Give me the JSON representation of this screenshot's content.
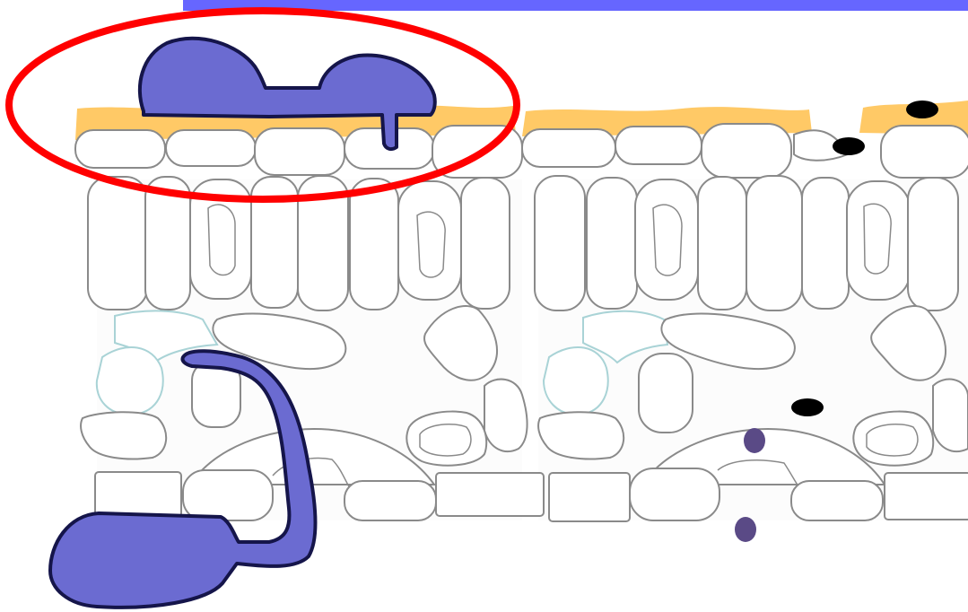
{
  "diagram": {
    "subject": "leaf-cross-section",
    "colors": {
      "top_bar": "#6666ff",
      "cuticle": "#ffc966",
      "fungus_fill": "#6b6bd1",
      "fungus_outline": "#15154a",
      "highlight_ring": "#ff0000",
      "spore_dark": "#000000",
      "spore_purple": "#5a4a86",
      "cell_outline": "#8a8a8a",
      "ghost_cell_outline": "#a9d3d6"
    },
    "icons": {
      "highlight": "red-ellipse",
      "fungus_on_surface": "fungal-appressorium-shape",
      "fungus_penetrating": "fungal-hypha-shape"
    }
  }
}
